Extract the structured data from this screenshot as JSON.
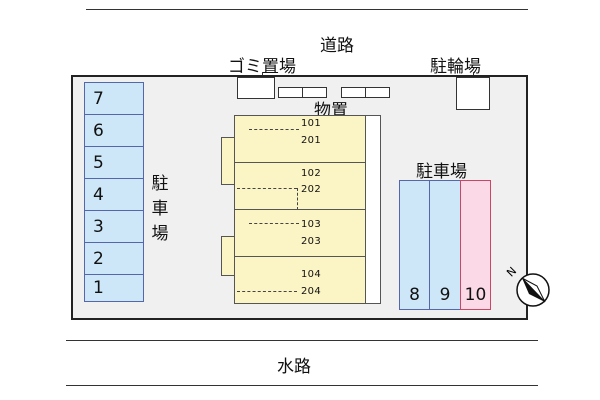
{
  "labels": {
    "road": "道路",
    "garbage": "ゴミ置場",
    "bicycle": "駐輪場",
    "storage": "物置",
    "parking_left": "駐\n車\n場",
    "parking_right": "駐車場",
    "waterway": "水路"
  },
  "parking_left_slots": [
    "7",
    "6",
    "5",
    "4",
    "3",
    "2",
    "1"
  ],
  "parking_right_slots": [
    "8",
    "9",
    "10"
  ],
  "units": [
    {
      "upper": "101",
      "lower": "201"
    },
    {
      "upper": "102",
      "lower": "202"
    },
    {
      "upper": "103",
      "lower": "203"
    },
    {
      "upper": "104",
      "lower": "204"
    }
  ],
  "colors": {
    "lot": "#f0f0f0",
    "parking": "#cde6f8",
    "parking_special": "#fbd9e6",
    "building": "#fbf4c4"
  },
  "icons": {
    "compass": "north-arrow-icon"
  }
}
